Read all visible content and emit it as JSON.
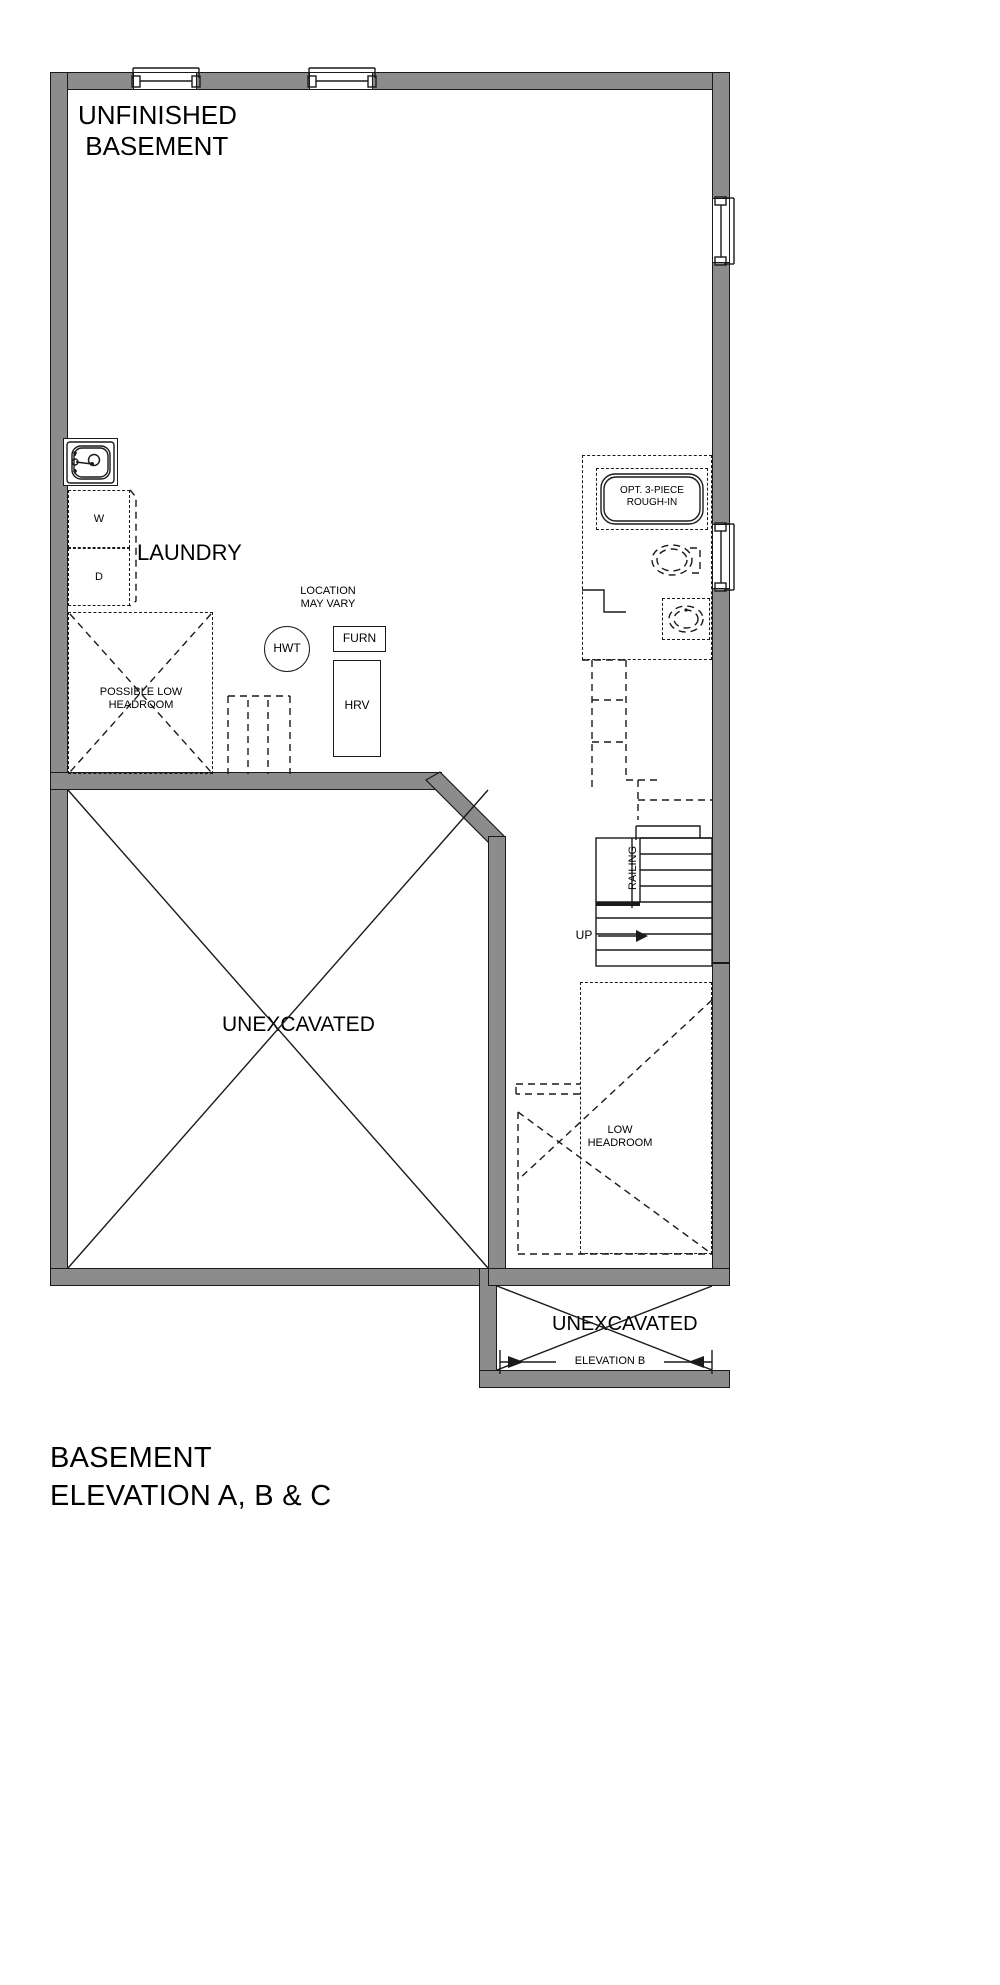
{
  "drawing": {
    "type": "architectural-floor-plan",
    "title_line1": "BASEMENT",
    "title_line2": "ELEVATION A, B & C"
  },
  "rooms": {
    "unfinished_basement": "UNFINISHED\n BASEMENT",
    "laundry": "LAUNDRY",
    "unexcavated_main": "UNEXCAVATED",
    "unexcavated_lower": "UNEXCAVATED"
  },
  "notes": {
    "possible_low_headroom": "POSSIBLE LOW\nHEADROOM",
    "low_headroom": "LOW\nHEADROOM",
    "location_may_vary": "LOCATION\nMAY VARY",
    "opt_rough_in": "OPT. 3-PIECE\nROUGH-IN",
    "elevation_b": "ELEVATION B"
  },
  "equipment": {
    "washer": "W",
    "dryer": "D",
    "hot_water_tank": "HWT",
    "furnace": "FURN",
    "hrv": "HRV"
  },
  "stairs": {
    "railing": "RAILING",
    "up": "UP"
  },
  "colors": {
    "wall_fill": "#8c8c8c",
    "line": "#1a1a1a",
    "background": "#ffffff"
  }
}
